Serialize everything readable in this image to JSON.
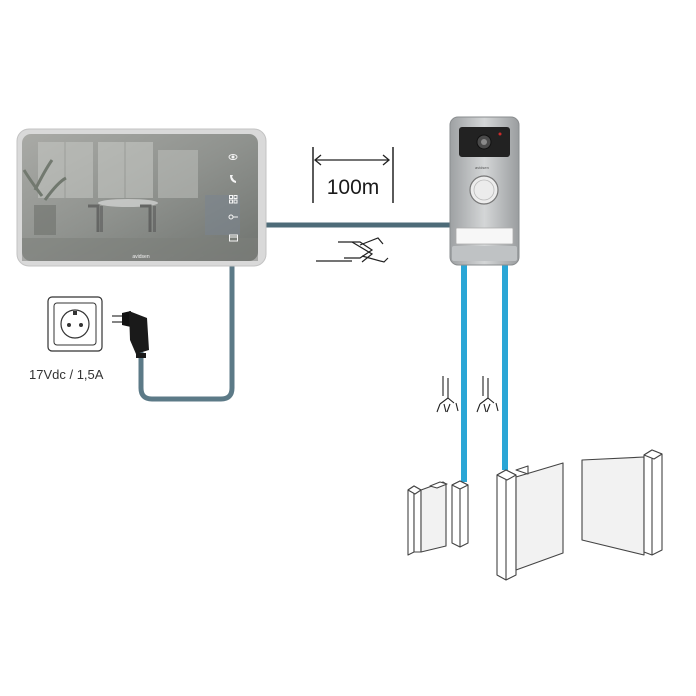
{
  "diagram": {
    "distance_label": "100m",
    "power_label": "17Vdc / 1,5A",
    "monitor_brand": "avidsen",
    "doorbell_brand": "avidsen",
    "colors": {
      "cable_main": "#4d6b78",
      "cable_power": "#5c7a87",
      "cable_blue": "#2aa6d6",
      "outline": "#333333"
    },
    "monitor_icons": [
      "eye-icon",
      "phone-icon",
      "grid-icon",
      "key-icon",
      "folder-icon"
    ]
  }
}
